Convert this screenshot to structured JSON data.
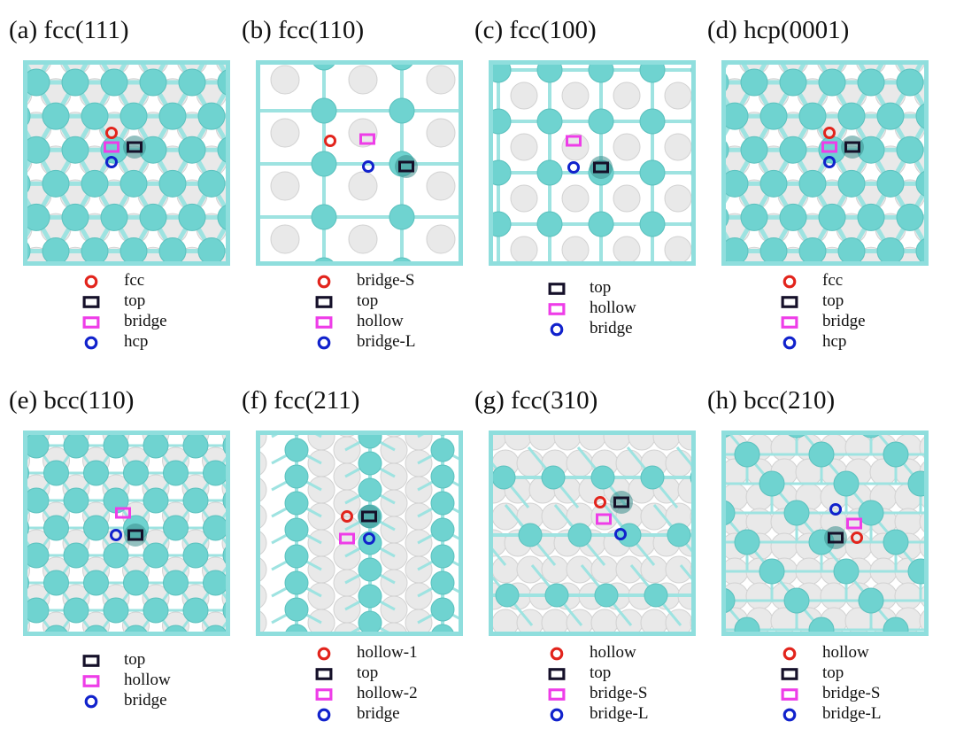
{
  "colors": {
    "metal_atom": "#6fd3d0",
    "metal_bond": "#9ee3e1",
    "subsurface_atom": "#e9e9e9",
    "panel_border": "#8fdedd",
    "marker_red": "#e2241c",
    "marker_black": "#151029",
    "marker_magenta": "#ee3de8",
    "marker_blue": "#1122cc"
  },
  "marker_icons": {
    "ring-red": "red-circle-icon",
    "rect-black": "black-rectangle-icon",
    "rect-magenta": "magenta-rectangle-icon",
    "ring-blue": "blue-circle-icon"
  },
  "panels": [
    {
      "title": "(a) fcc(111)",
      "legend": [
        {
          "marker": "ring-red",
          "label": "fcc"
        },
        {
          "marker": "rect-black",
          "label": "top"
        },
        {
          "marker": "rect-magenta",
          "label": "bridge"
        },
        {
          "marker": "ring-blue",
          "label": "hcp"
        }
      ]
    },
    {
      "title": "(b) fcc(110)",
      "legend": [
        {
          "marker": "ring-red",
          "label": "bridge-S"
        },
        {
          "marker": "rect-black",
          "label": "top"
        },
        {
          "marker": "rect-magenta",
          "label": "hollow"
        },
        {
          "marker": "ring-blue",
          "label": "bridge-L"
        }
      ]
    },
    {
      "title": "(c) fcc(100)",
      "legend": [
        {
          "marker": "rect-black",
          "label": "top"
        },
        {
          "marker": "rect-magenta",
          "label": "hollow"
        },
        {
          "marker": "ring-blue",
          "label": "bridge"
        }
      ]
    },
    {
      "title": "(d) hcp(0001)",
      "legend": [
        {
          "marker": "ring-red",
          "label": "fcc"
        },
        {
          "marker": "rect-black",
          "label": "top"
        },
        {
          "marker": "rect-magenta",
          "label": "bridge"
        },
        {
          "marker": "ring-blue",
          "label": "hcp"
        }
      ]
    },
    {
      "title": "(e) bcc(110)",
      "legend": [
        {
          "marker": "rect-black",
          "label": "top"
        },
        {
          "marker": "rect-magenta",
          "label": "hollow"
        },
        {
          "marker": "ring-blue",
          "label": "bridge"
        }
      ]
    },
    {
      "title": "(f) fcc(211)",
      "legend": [
        {
          "marker": "ring-red",
          "label": "hollow-1"
        },
        {
          "marker": "rect-black",
          "label": "top"
        },
        {
          "marker": "rect-magenta",
          "label": "hollow-2"
        },
        {
          "marker": "ring-blue",
          "label": "bridge"
        }
      ]
    },
    {
      "title": "(g) fcc(310)",
      "legend": [
        {
          "marker": "ring-red",
          "label": "hollow"
        },
        {
          "marker": "rect-black",
          "label": "top"
        },
        {
          "marker": "rect-magenta",
          "label": "bridge-S"
        },
        {
          "marker": "ring-blue",
          "label": "bridge-L"
        }
      ]
    },
    {
      "title": "(h) bcc(210)",
      "legend": [
        {
          "marker": "ring-red",
          "label": "hollow"
        },
        {
          "marker": "rect-black",
          "label": "top"
        },
        {
          "marker": "rect-magenta",
          "label": "bridge-S"
        },
        {
          "marker": "ring-blue",
          "label": "bridge-L"
        }
      ]
    }
  ]
}
